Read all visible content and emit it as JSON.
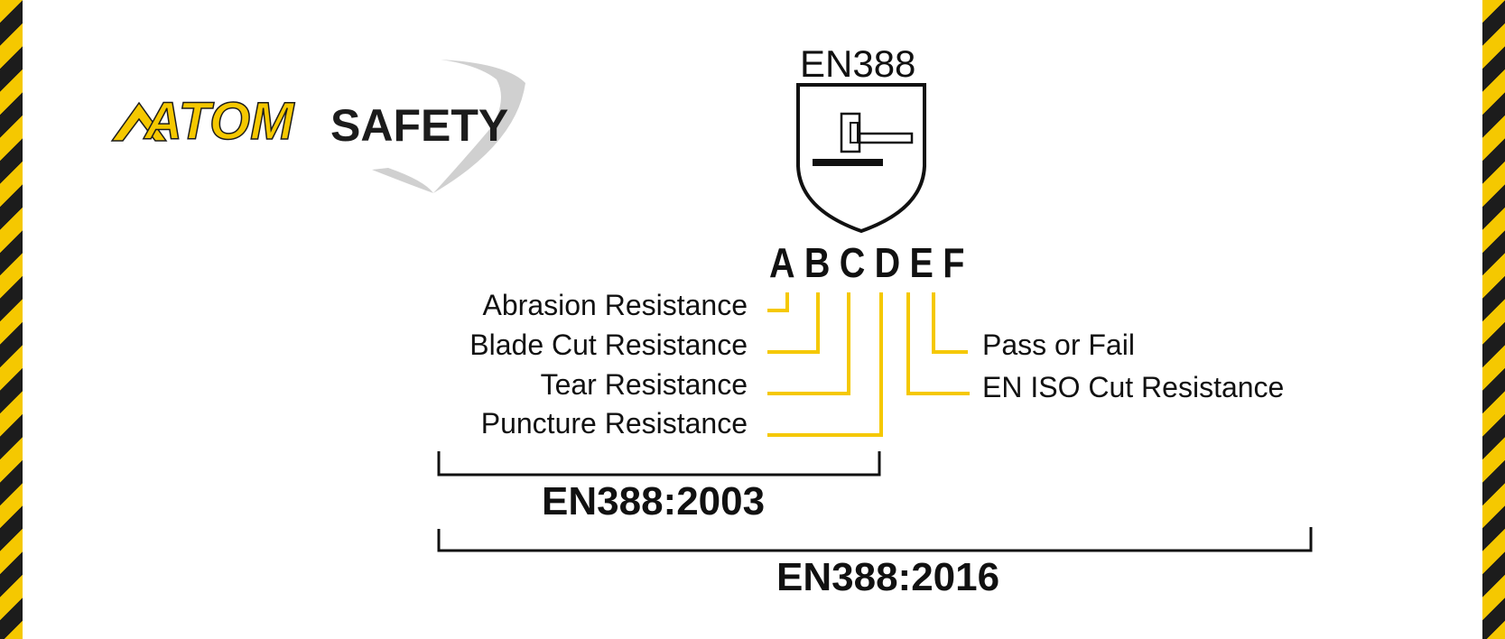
{
  "brand": {
    "name_part1": "ATOM",
    "name_part2": "SAFETY"
  },
  "symbol": {
    "title": "EN388",
    "code_letters": "ABCDEF"
  },
  "labels": {
    "a": "Abrasion Resistance",
    "b": "Blade Cut Resistance",
    "c": "Tear Resistance",
    "d": "Puncture Resistance",
    "e": "EN ISO Cut Resistance",
    "f": "Pass or Fail"
  },
  "standards": {
    "old": "EN388:2003",
    "new": "EN388:2016"
  },
  "colors": {
    "accent": "#f5c800",
    "dark": "#1c1c1c",
    "logo_shield": "#d0d0d0"
  }
}
